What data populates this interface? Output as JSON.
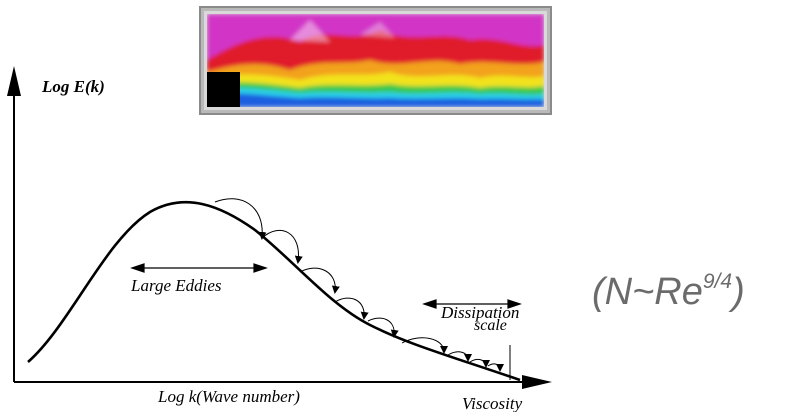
{
  "y_axis_label": "Log E(k)",
  "x_axis_label": "Log k(Wave number)",
  "large_eddies_label": "Large Eddies",
  "dissipation_label_line1": "Dissipation",
  "dissipation_label_line2": "scale",
  "viscosity_label": "Viscosity",
  "formula": {
    "prefix": "(N~Re",
    "exponent": "9/4",
    "suffix": ")"
  },
  "colors": {
    "formula_gray": "#6b6b6b",
    "image_frame": "#9a9a9a",
    "magenta": "#d236c6",
    "red": "#e01a2a",
    "yellow": "#f2e21a",
    "green": "#38c84a",
    "cyan": "#2ad0e8",
    "blue": "#1a5fe0"
  }
}
